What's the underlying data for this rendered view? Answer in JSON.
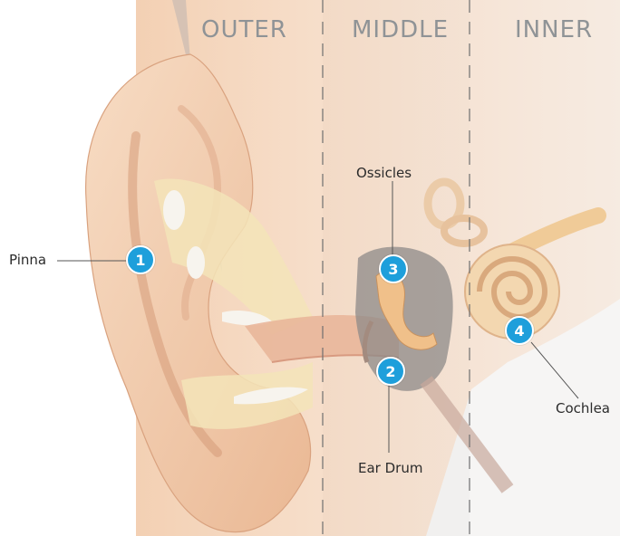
{
  "sections": {
    "outer": "OUTER",
    "middle": "MIDDLE",
    "inner": "INNER"
  },
  "labels": {
    "pinna": "Pinna",
    "ossicles": "Ossicles",
    "ear_drum": "Ear Drum",
    "cochlea": "Cochlea"
  },
  "markers": {
    "pinna": "1",
    "ear_drum": "2",
    "ossicles": "3",
    "cochlea": "4"
  },
  "colors": {
    "marker": "#1e9fdb",
    "section_title": "#8f9396",
    "skin": "#f2c9a6"
  }
}
